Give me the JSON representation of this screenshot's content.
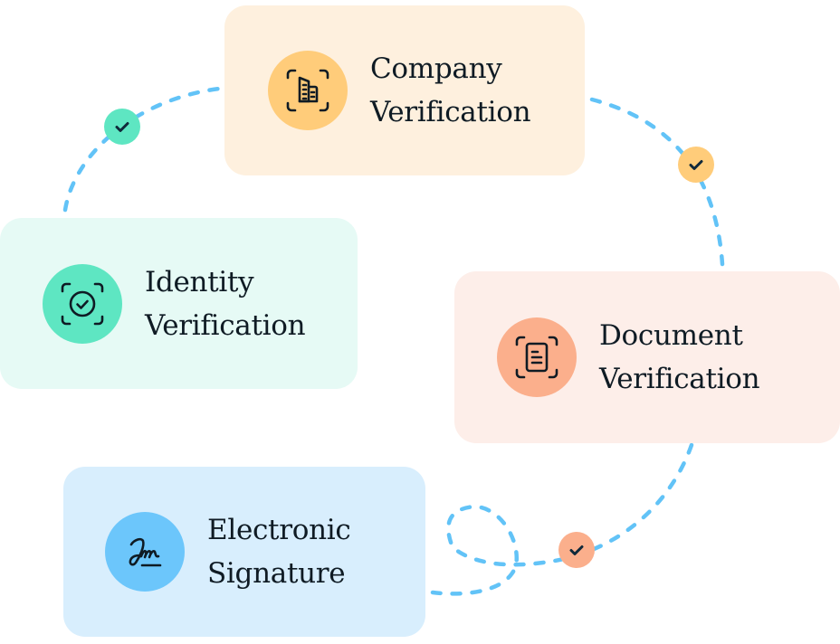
{
  "colors": {
    "path": "#62C3F7",
    "ink": "#0f1b24",
    "check_ink": "#10293a"
  },
  "steps": [
    {
      "id": "company",
      "title_line1": "Company",
      "title_line2": "Verification",
      "icon": "building-scan-icon",
      "card_bg": "#FEF0DE",
      "icon_bg": "#FFCC7A"
    },
    {
      "id": "identity",
      "title_line1": "Identity",
      "title_line2": "Verification",
      "icon": "face-check-scan-icon",
      "card_bg": "#E6FAF5",
      "icon_bg": "#5EE6C2"
    },
    {
      "id": "document",
      "title_line1": "Document",
      "title_line2": "Verification",
      "icon": "document-scan-icon",
      "card_bg": "#FDEEE9",
      "icon_bg": "#FBAF8C"
    },
    {
      "id": "signature",
      "title_line1": "Electronic",
      "title_line2": "Signature",
      "icon": "signature-icon",
      "card_bg": "#D8EEFD",
      "icon_bg": "#6CC6FB"
    }
  ],
  "badges": [
    {
      "id": "identity",
      "icon": "checkmark-icon",
      "bg": "#5EE6C2"
    },
    {
      "id": "company",
      "icon": "checkmark-icon",
      "bg": "#FFCC7A"
    },
    {
      "id": "document",
      "icon": "checkmark-icon",
      "bg": "#FBAF8C"
    }
  ]
}
